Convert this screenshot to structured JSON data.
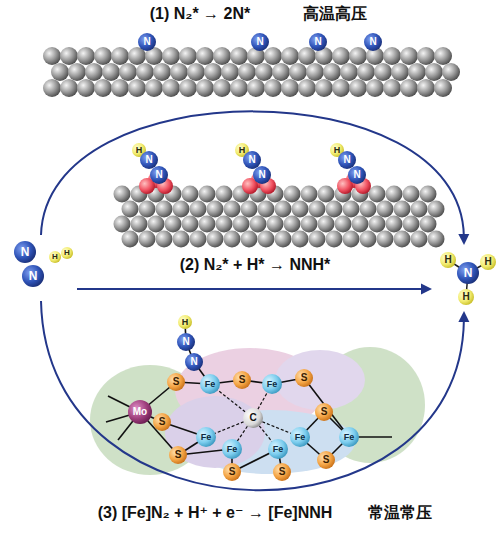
{
  "diagram": {
    "nodes": [
      {
        "text": [
          "N",
          "N",
          "H",
          "H"
        ]
      },
      {
        "text": [
          "H",
          "N",
          "H",
          "H"
        ]
      }
    ],
    "edges": [
      {
        "from": 0,
        "to": 1,
        "arrow": "to"
      },
      {
        "from": 0,
        "to": 1,
        "arrow": "to"
      },
      {
        "from": 0,
        "to": 1,
        "arrow": "to"
      }
    ],
    "labels": [
      "(1) N₂* → 2N*",
      "高温高压",
      "N",
      "N",
      "N",
      "N",
      "H",
      "N",
      "N",
      "H",
      "N",
      "N",
      "H",
      "N",
      "N",
      "(2) N₂* + H* → NNH*",
      "H",
      "N",
      "N",
      "Mo",
      "Fe",
      "Fe",
      "Fe",
      "Fe",
      "Fe",
      "Fe",
      "Fe",
      "S",
      "S",
      "S",
      "S",
      "S",
      "S",
      "S",
      "S",
      "S",
      "C",
      "(3) [Fe]N₂ + H⁺ + e⁻ → [Fe]NNH",
      "常温常压"
    ]
  }
}
